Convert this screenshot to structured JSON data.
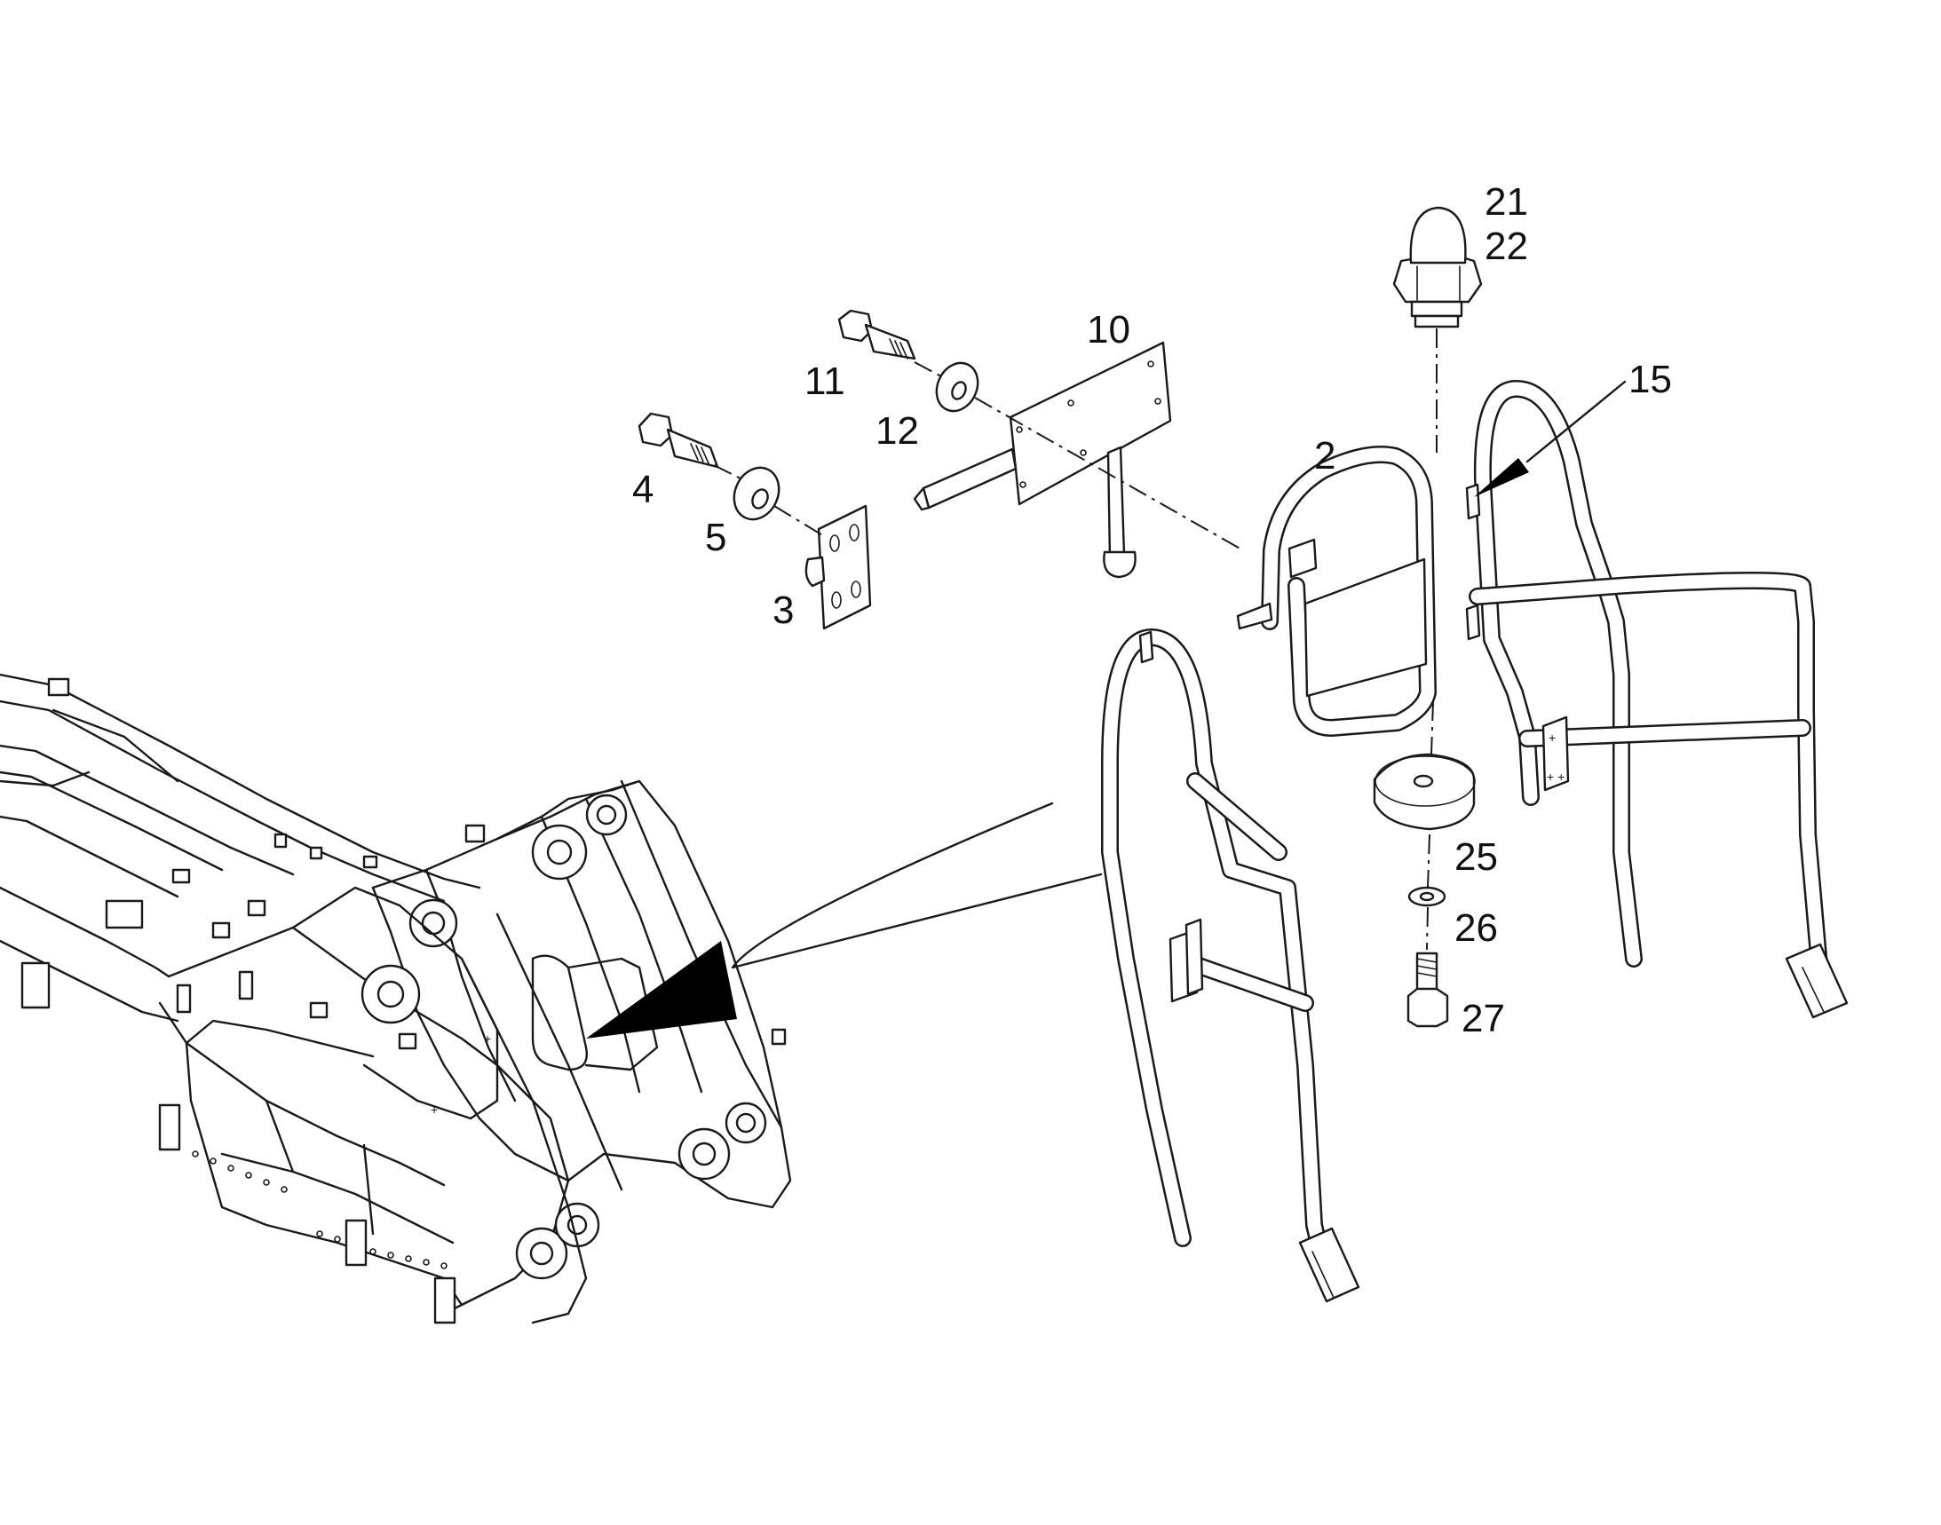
{
  "callouts": [
    {
      "id": "c21",
      "text": "21"
    },
    {
      "id": "c22",
      "text": "22"
    },
    {
      "id": "c10",
      "text": "10"
    },
    {
      "id": "c11",
      "text": "11"
    },
    {
      "id": "c12",
      "text": "12"
    },
    {
      "id": "c15",
      "text": "15"
    },
    {
      "id": "c2",
      "text": "2"
    },
    {
      "id": "c4",
      "text": "4"
    },
    {
      "id": "c5",
      "text": "5"
    },
    {
      "id": "c3",
      "text": "3"
    },
    {
      "id": "c25",
      "text": "25"
    },
    {
      "id": "c26",
      "text": "26"
    },
    {
      "id": "c27",
      "text": "27"
    }
  ],
  "colors": {
    "line": "#1a1a1a",
    "background": "#ffffff",
    "text": "#111111"
  }
}
